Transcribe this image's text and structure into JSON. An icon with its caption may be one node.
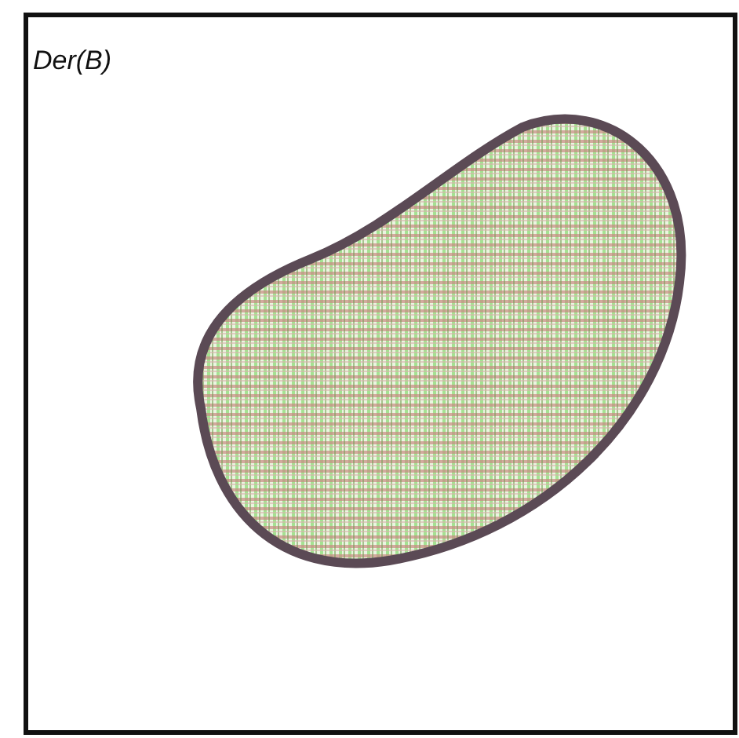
{
  "diagram": {
    "nodes": [
      {
        "text": [
          "Der(B)"
        ]
      },
      {
        "text": [],
        "shape": "blob",
        "in": 0
      }
    ]
  }
}
